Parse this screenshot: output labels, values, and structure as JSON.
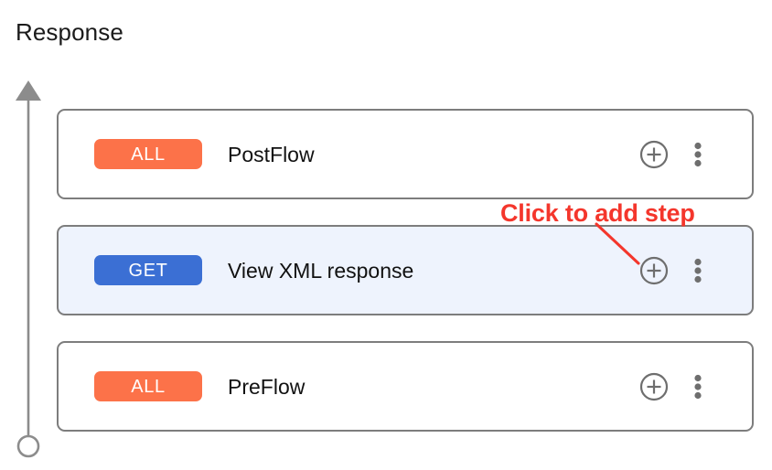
{
  "page": {
    "title": "Response",
    "background_color": "#ffffff"
  },
  "timeline": {
    "name": "flow-direction-axis",
    "line_color": "#8c8c8c",
    "arrow_direction": "up",
    "start_marker": "hollow-circle"
  },
  "colors": {
    "badge_all": "#fc7249",
    "badge_get": "#3b6fd4",
    "card_border": "#7d7d7d",
    "card_selected_background": "#eef3fd",
    "icon_gray": "#6e6e6e",
    "annotation_red": "#f4362c"
  },
  "flows": [
    {
      "method": "ALL",
      "method_color": "#fc7249",
      "label": "PostFlow",
      "selected": false,
      "add_icon": "plus-circle-icon",
      "menu_icon": "more-vertical-icon"
    },
    {
      "method": "GET",
      "method_color": "#3b6fd4",
      "label": "View XML response",
      "selected": true,
      "add_icon": "plus-circle-icon",
      "menu_icon": "more-vertical-icon"
    },
    {
      "method": "ALL",
      "method_color": "#fc7249",
      "label": "PreFlow",
      "selected": false,
      "add_icon": "plus-circle-icon",
      "menu_icon": "more-vertical-icon"
    }
  ],
  "annotation": {
    "text": "Click to add step",
    "color": "#f4362c",
    "points_to": "add-step-button-row-2"
  }
}
